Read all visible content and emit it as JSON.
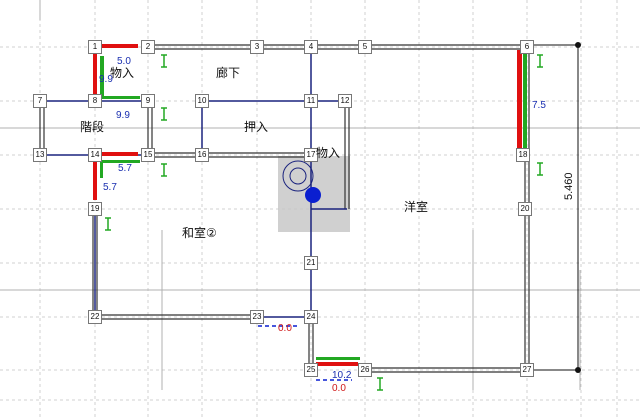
{
  "colors": {
    "grid": "#d0d0d0",
    "wall": "#333333",
    "blue_line": "#1a237e",
    "red_bar": "#e01010",
    "green_bar": "#22a822",
    "selection": "#c8c8c8",
    "marker": "#0a1fd0"
  },
  "nodes": [
    "1",
    "2",
    "3",
    "4",
    "5",
    "6",
    "7",
    "8",
    "9",
    "10",
    "11",
    "12",
    "13",
    "14",
    "15",
    "16",
    "17",
    "18",
    "19",
    "20",
    "21",
    "22",
    "23",
    "24",
    "25",
    "26",
    "27"
  ],
  "rooms": {
    "corridor": "廊下",
    "storage_top": "物入",
    "stairs": "階段",
    "closet": "押入",
    "storage_mid": "物入",
    "washitsu": "和室②",
    "youshitsu": "洋室"
  },
  "dimensions": {
    "d_50": "5.0",
    "d_99a": "9.9",
    "d_99b": "9.9",
    "d_57a": "5.7",
    "d_57b": "5.7",
    "d_75": "7.5",
    "d_00a": "0.0",
    "d_102": "10.2",
    "d_00b": "0.0",
    "overall": "5.460"
  },
  "icons": {
    "green_marker": "green-height-marker-icon",
    "selection_circle": "circle-target-icon"
  }
}
